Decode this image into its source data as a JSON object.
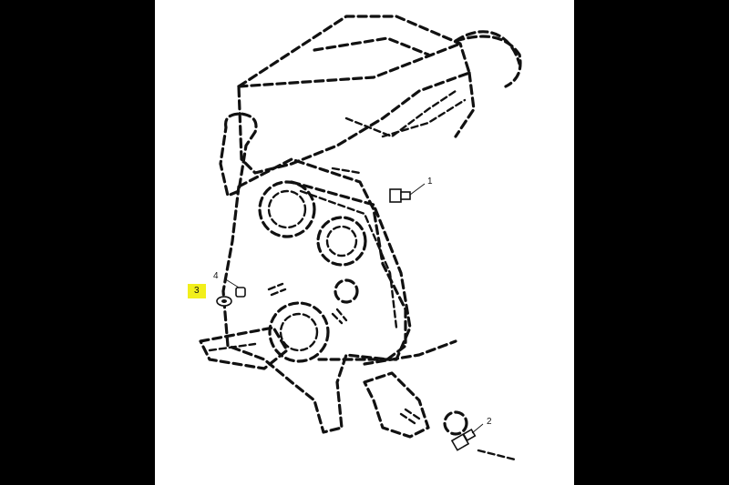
{
  "diagram": {
    "callouts": [
      {
        "id": "1",
        "label": "1",
        "highlighted": false
      },
      {
        "id": "2",
        "label": "2",
        "highlighted": false
      },
      {
        "id": "3",
        "label": "3",
        "highlighted": true
      },
      {
        "id": "4",
        "label": "4",
        "highlighted": false
      }
    ],
    "colors": {
      "background": "#000000",
      "sheet": "#ffffff",
      "line": "#111111",
      "highlight": "#f2ef1b"
    }
  }
}
